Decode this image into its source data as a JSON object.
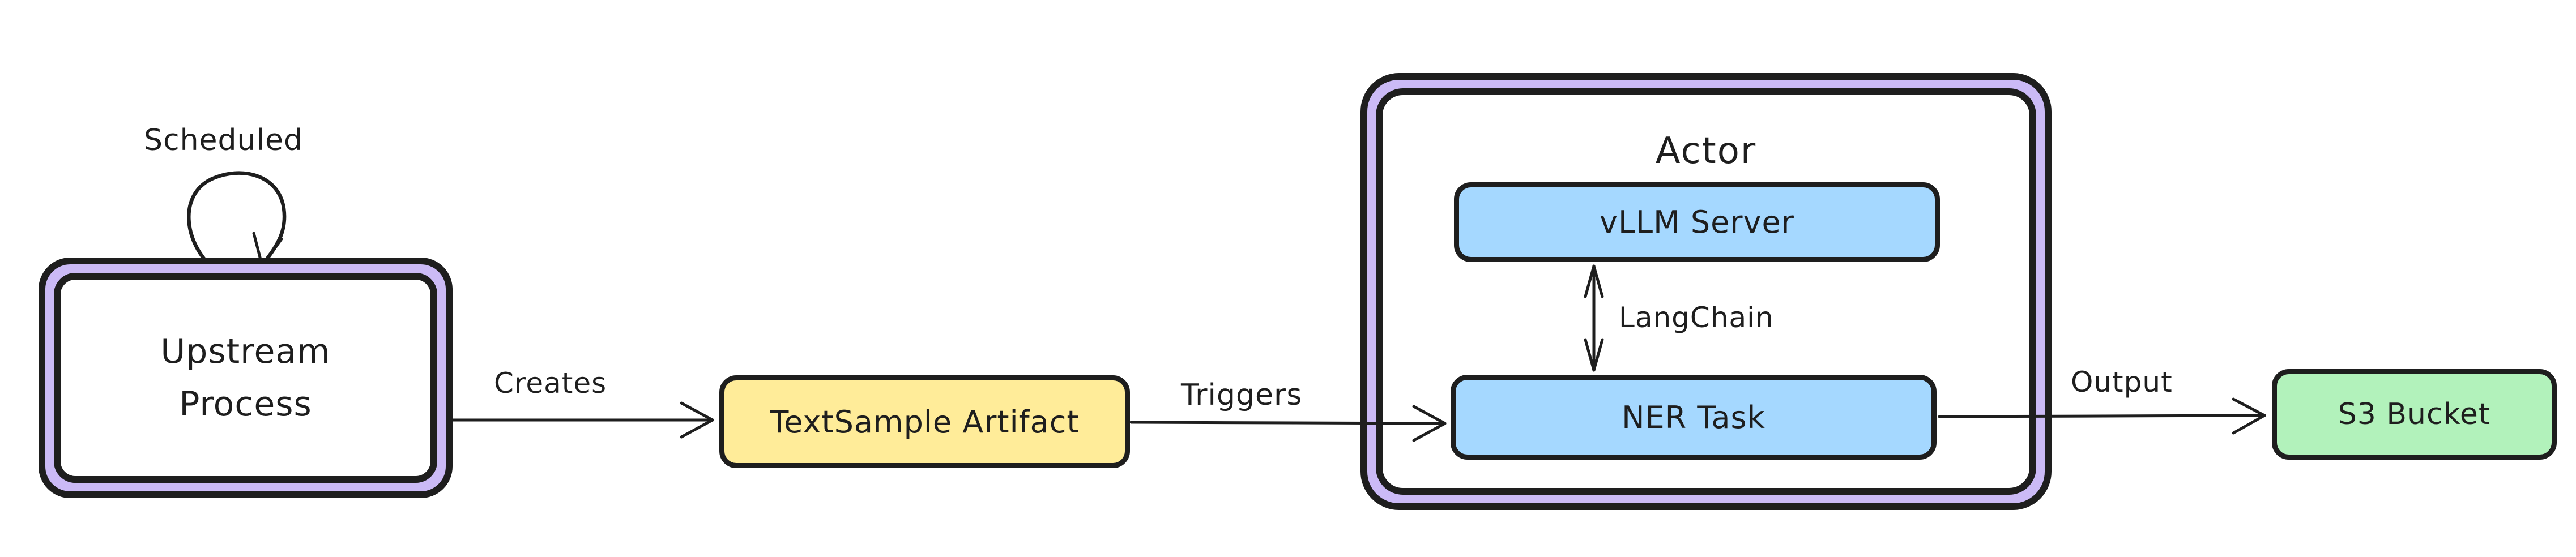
{
  "theme": {
    "stroke": "#1e1e1e",
    "purple": "#cbbaf6",
    "yellow": "#ffec99",
    "blue": "#a5d8ff",
    "green": "#b2f2bb",
    "canvas": "#ffffff"
  },
  "nodes": {
    "upstream": {
      "label": "Upstream Process",
      "fill": "#ffffff",
      "outline": "double-purple"
    },
    "textsample": {
      "label": "TextSample Artifact",
      "fill": "#ffec99"
    },
    "actor": {
      "label": "Actor",
      "fill": "#ffffff",
      "outline": "double-purple"
    },
    "vllm": {
      "label": "vLLM Server",
      "fill": "#a5d8ff"
    },
    "ner": {
      "label": "NER Task",
      "fill": "#a5d8ff"
    },
    "s3": {
      "label": "S3 Bucket",
      "fill": "#b2f2bb"
    }
  },
  "edges": {
    "scheduled": {
      "label": "Scheduled",
      "from": "upstream",
      "to": "upstream",
      "type": "self-loop"
    },
    "creates": {
      "label": "Creates",
      "from": "upstream",
      "to": "textsample",
      "type": "arrow"
    },
    "triggers": {
      "label": "Triggers",
      "from": "textsample",
      "to": "ner",
      "type": "arrow"
    },
    "langchain": {
      "label": "LangChain",
      "from": "vllm",
      "to": "ner",
      "type": "double-arrow"
    },
    "output": {
      "label": "Output",
      "from": "ner",
      "to": "s3",
      "type": "arrow"
    }
  }
}
